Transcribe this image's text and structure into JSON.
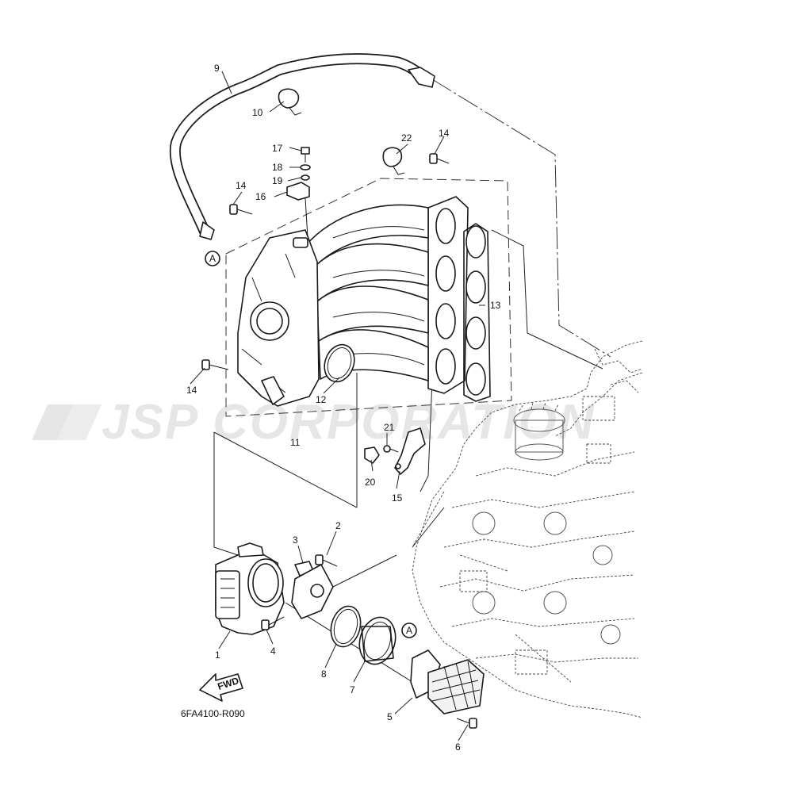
{
  "watermark": "JSP CORPORATION",
  "diagram_code": "6FA4100-R090",
  "fwd_label": "FWD",
  "ref_marker": "A",
  "callouts": [
    {
      "id": "c1",
      "label": "1"
    },
    {
      "id": "c2",
      "label": "2"
    },
    {
      "id": "c3",
      "label": "3"
    },
    {
      "id": "c4",
      "label": "4"
    },
    {
      "id": "c5",
      "label": "5"
    },
    {
      "id": "c6",
      "label": "6"
    },
    {
      "id": "c7",
      "label": "7"
    },
    {
      "id": "c8",
      "label": "8"
    },
    {
      "id": "c9",
      "label": "9"
    },
    {
      "id": "c10",
      "label": "10"
    },
    {
      "id": "c11",
      "label": "11"
    },
    {
      "id": "c12",
      "label": "12"
    },
    {
      "id": "c13",
      "label": "13"
    },
    {
      "id": "c14a",
      "label": "14"
    },
    {
      "id": "c14b",
      "label": "14"
    },
    {
      "id": "c14c",
      "label": "14"
    },
    {
      "id": "c15",
      "label": "15"
    },
    {
      "id": "c16",
      "label": "16"
    },
    {
      "id": "c17",
      "label": "17"
    },
    {
      "id": "c18",
      "label": "18"
    },
    {
      "id": "c19",
      "label": "19"
    },
    {
      "id": "c20",
      "label": "20"
    },
    {
      "id": "c21",
      "label": "21"
    },
    {
      "id": "c22",
      "label": "22"
    }
  ]
}
